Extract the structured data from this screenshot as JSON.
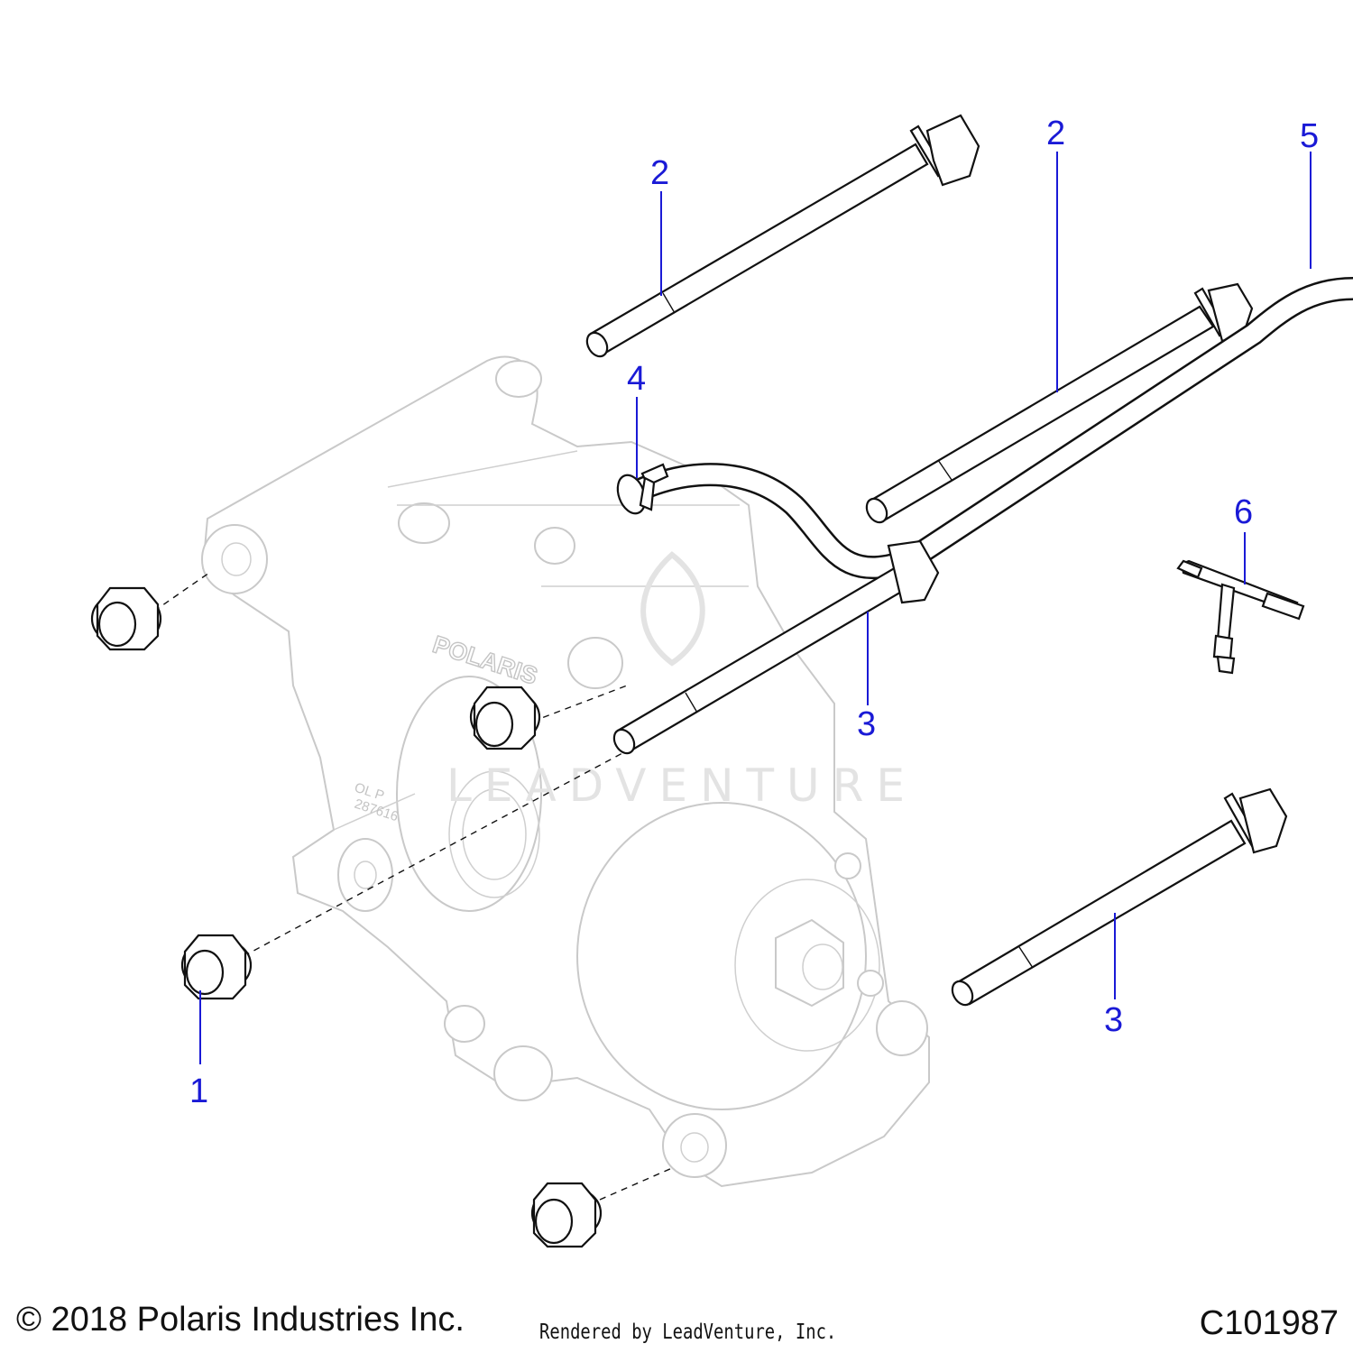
{
  "callouts": {
    "c1": "1",
    "c2a": "2",
    "c2b": "2",
    "c3a": "3",
    "c3b": "3",
    "c4": "4",
    "c5": "5",
    "c6": "6"
  },
  "housing_marks": {
    "brand": "POLARIS",
    "oil_line1": "OL P",
    "oil_line2": "287616"
  },
  "watermark": "LEADVENTURE",
  "footer": {
    "copyright": "© 2018 Polaris Industries Inc.",
    "rendered_by": "Rendered by LeadVenture, Inc.",
    "diagram_id": "C101987"
  },
  "colors": {
    "callout": "#1a1ad6",
    "linework": "#111111",
    "ghost": "#c9c9c9"
  }
}
